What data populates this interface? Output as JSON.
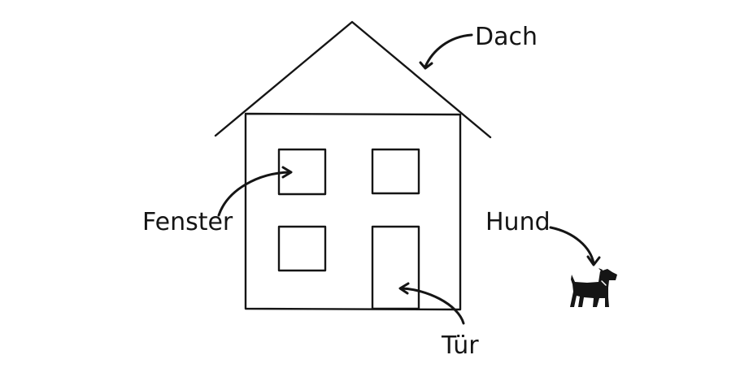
{
  "labels": {
    "roof": "Dach",
    "window": "Fenster",
    "dog": "Hund",
    "door": "Tür"
  },
  "colors": {
    "ink": "#151515",
    "background": "#ffffff"
  }
}
